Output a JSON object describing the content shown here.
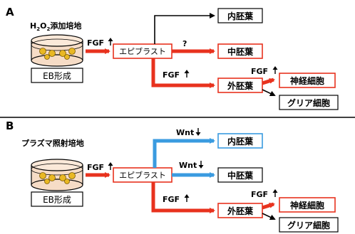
{
  "colors": {
    "red": "#e8321e",
    "blue": "#3a9be0",
    "black": "#000000",
    "dish_fill": "#f6dcc6",
    "cell_fill": "#e9b824"
  },
  "panel_a": {
    "letter": "A",
    "medium": "添加培地",
    "medium_h2o2": {
      "h": "H",
      "sub1": "2",
      "o": "O",
      "sub2": "2"
    },
    "eb_label": "EB形成",
    "fgf1": "FGF",
    "epiblast": "エピブラスト",
    "question": "?",
    "endoderm": "内胚葉",
    "mesoderm": "中胚葉",
    "fgf2": "FGF",
    "ectoderm": "外胚葉",
    "fgf3": "FGF",
    "neuron": "神経細胞",
    "glia": "グリア細胞"
  },
  "panel_b": {
    "letter": "B",
    "medium": "プラズマ照射培地",
    "eb_label": "EB形成",
    "fgf1": "FGF",
    "epiblast": "エピブラスト",
    "wnt1": "Wnt",
    "wnt2": "Wnt",
    "endoderm": "内胚葉",
    "mesoderm": "中胚葉",
    "fgf2": "FGF",
    "ectoderm": "外胚葉",
    "fgf3": "FGF",
    "neuron": "神経細胞",
    "glia": "グリア細胞"
  }
}
